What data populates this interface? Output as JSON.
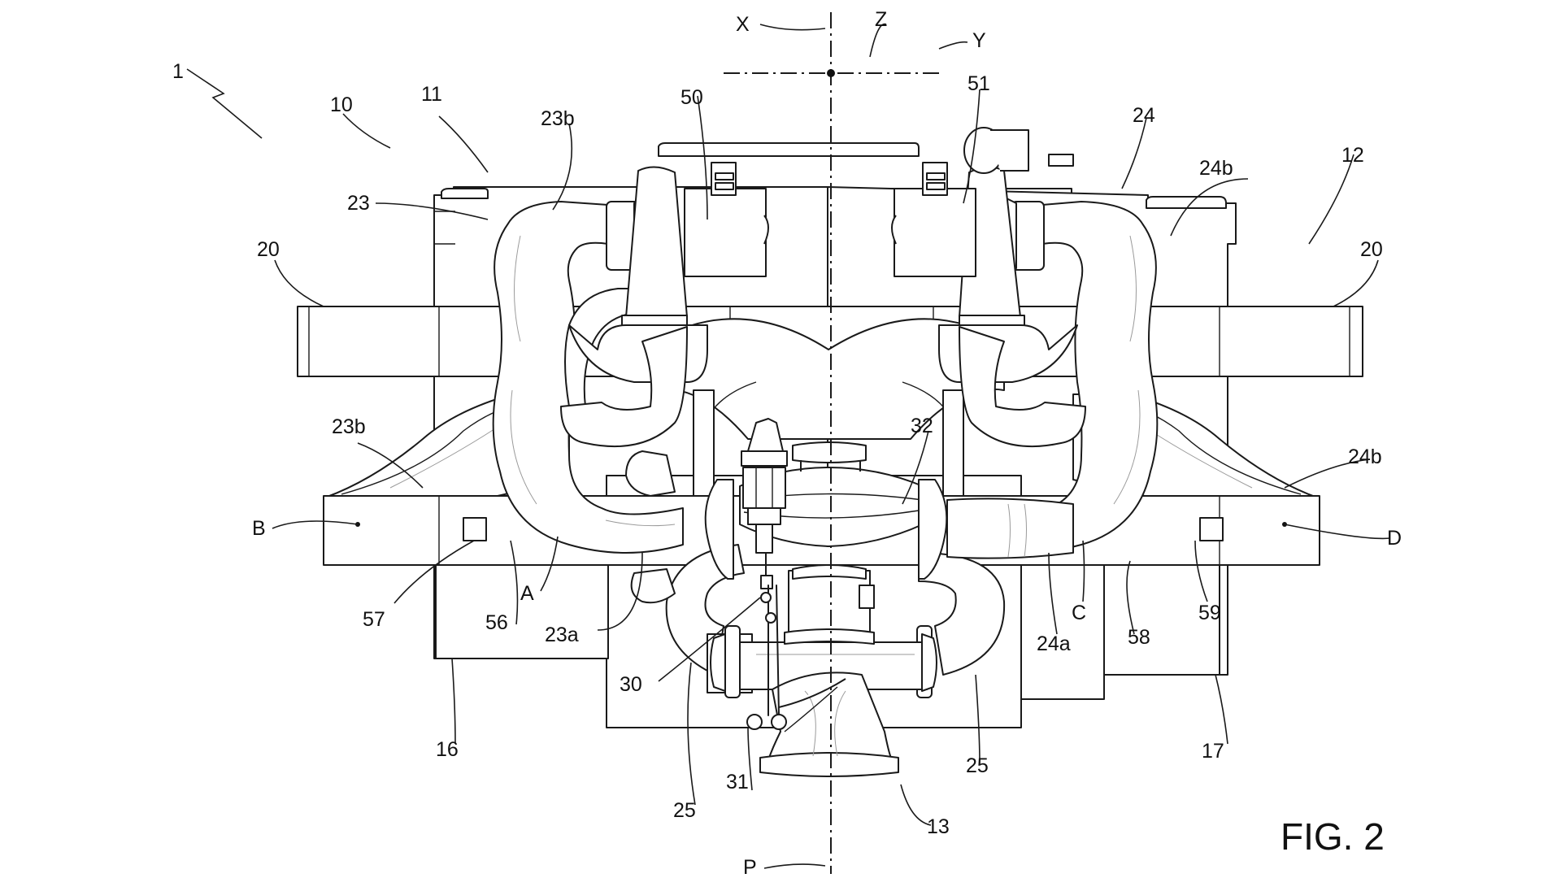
{
  "figure": {
    "caption": "FIG. 2",
    "reference_labels": {
      "r1": "1",
      "r10": "10",
      "r11": "11",
      "r12": "12",
      "r13": "13",
      "r16": "16",
      "r17": "17",
      "r20_left": "20",
      "r20_right": "20",
      "r23": "23",
      "r23b_top": "23b",
      "r23b_left": "23b",
      "r23a": "23a",
      "r24": "24",
      "r24b_top": "24b",
      "r24b_right": "24b",
      "r24a": "24a",
      "r25_left": "25",
      "r25_right": "25",
      "r30": "30",
      "r31": "31",
      "r32": "32",
      "r50": "50",
      "r51": "51",
      "r56": "56",
      "r57": "57",
      "r58": "58",
      "r59": "59",
      "point_a": "A",
      "point_b": "B",
      "point_c": "C",
      "point_d": "D",
      "axis_x": "X",
      "axis_y": "Y",
      "axis_z": "Z",
      "plane_p": "P"
    }
  }
}
